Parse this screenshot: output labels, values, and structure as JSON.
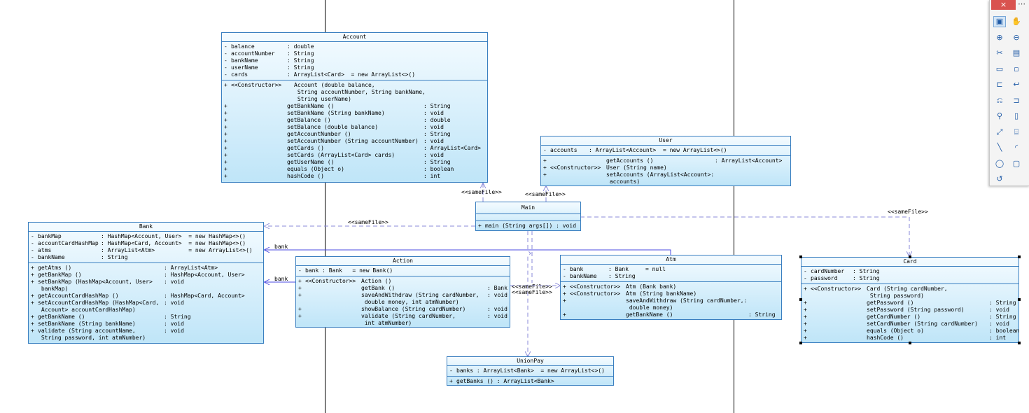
{
  "classes": {
    "account": {
      "name": "Account",
      "attributes": [
        [
          "-",
          "balance      ",
          ": double"
        ],
        [
          "-",
          "accountNumber",
          ": String"
        ],
        [
          "-",
          "bankName     ",
          ": String"
        ],
        [
          "-",
          "userName     ",
          ": String"
        ],
        [
          "-",
          "cards        ",
          ": ArrayList<Card>  = new ArrayList<>()"
        ]
      ],
      "constructor": [
        "+",
        "<<Constructor>>",
        "Account (double balance,\n String accountNumber, String bankName,\n String userName)",
        ""
      ],
      "methods": [
        [
          "+",
          "",
          "getBankName ()",
          ": String"
        ],
        [
          "+",
          "",
          "setBankName (String bankName)",
          ": void"
        ],
        [
          "+",
          "",
          "getBalance ()",
          ": double"
        ],
        [
          "+",
          "",
          "setBalance (double balance)",
          ": void"
        ],
        [
          "+",
          "",
          "getAccountNumber ()",
          ": String"
        ],
        [
          "+",
          "",
          "setAccountNumber (String accountNumber)",
          ": void"
        ],
        [
          "+",
          "",
          "getCards ()",
          ": ArrayList<Card>"
        ],
        [
          "+",
          "",
          "setCards (ArrayList<Card> cards)",
          ": void"
        ],
        [
          "+",
          "",
          "getUserName ()",
          ": String"
        ],
        [
          "+",
          "",
          "equals (Object o)",
          ": boolean"
        ],
        [
          "+",
          "",
          "hashCode ()",
          ": int"
        ]
      ]
    },
    "user": {
      "name": "User",
      "attributes": [
        [
          "-",
          "accounts",
          ": ArrayList<Account>  = new ArrayList<>()"
        ]
      ],
      "methods": [
        [
          "+",
          "",
          "getAccounts ()",
          ": ArrayList<Account>"
        ],
        [
          "+",
          "<<Constructor>>",
          "User (String name)",
          ""
        ],
        [
          "+",
          "",
          "setAccounts (ArrayList<Account>: void\n accounts)",
          ""
        ]
      ]
    },
    "main": {
      "name": "Main",
      "methods": [
        [
          "+",
          "main (String args[]) : void"
        ]
      ]
    },
    "bank": {
      "name": "Bank",
      "attributes": [
        [
          "-",
          "bankMap          ",
          ": HashMap<Account, User>  = new HashMap<>()"
        ],
        [
          "-",
          "accountCardHashMap",
          ": HashMap<Card, Account>  = new HashMap<>()"
        ],
        [
          "-",
          "atms             ",
          ": ArrayList<Atm>          = new ArrayList<>()"
        ],
        [
          "-",
          "bankName         ",
          ": String"
        ]
      ],
      "methods": [
        [
          "+",
          "getAtms ()",
          ": ArrayList<Atm>"
        ],
        [
          "+",
          "getBankMap ()",
          ": HashMap<Account, User>"
        ],
        [
          "+",
          "setBankMap (HashMap<Account, User>\n bankMap)",
          ": void"
        ],
        [
          "+",
          "getAccountCardHashMap ()",
          ": HashMap<Card, Account>"
        ],
        [
          "+",
          "setAccountCardHashMap (HashMap<Card,\n Account> accountCardHashMap)",
          ": void"
        ],
        [
          "+",
          "getBankName ()",
          ": String"
        ],
        [
          "+",
          "setBankName (String bankName)",
          ": void"
        ],
        [
          "+",
          "validate (String accountName,\n String password, int atmNumber)",
          ": void"
        ]
      ]
    },
    "action": {
      "name": "Action",
      "attributes": [
        [
          "-",
          "bank : Bank   = new Bank()"
        ]
      ],
      "methods": [
        [
          "+",
          "<<Constructor>>",
          "Action ()",
          ""
        ],
        [
          "+",
          "",
          "getBank ()",
          ": Bank"
        ],
        [
          "+",
          "",
          "saveAndWithdraw (String cardNumber,\n double money, int atmNumber)",
          ": void"
        ],
        [
          "+",
          "",
          "showBalance (String cardNumber)",
          ": void"
        ],
        [
          "+",
          "",
          "validate (String cardNumber,\n int atmNumber)",
          ": void"
        ]
      ]
    },
    "atm": {
      "name": "Atm",
      "attributes": [
        [
          "-",
          "bank    ",
          ": Bank     = null"
        ],
        [
          "-",
          "bankName",
          ": String"
        ]
      ],
      "methods": [
        [
          "+",
          "<<Constructor>>",
          "Atm (Bank bank)",
          ""
        ],
        [
          "+",
          "<<Constructor>>",
          "Atm (String bankName)",
          ""
        ],
        [
          "+",
          "",
          "saveAndWithdraw (String cardNumber,: void\n double money)",
          ""
        ],
        [
          "+",
          "",
          "getBankName ()",
          ": String"
        ]
      ]
    },
    "card": {
      "name": "Card",
      "attributes": [
        [
          "-",
          "cardNumber",
          ": String"
        ],
        [
          "-",
          "password  ",
          ": String"
        ]
      ],
      "constructor": [
        "+",
        "<<Constructor>>",
        "Card (String cardNumber,\n String password)",
        ""
      ],
      "methods": [
        [
          "+",
          "",
          "getPassword ()",
          ": String"
        ],
        [
          "+",
          "",
          "setPassword (String password)",
          ": void"
        ],
        [
          "+",
          "",
          "getCardNumber ()",
          ": String"
        ],
        [
          "+",
          "",
          "setCardNumber (String cardNumber)",
          ": void"
        ],
        [
          "+",
          "",
          "equals (Object o)",
          ": boolean"
        ],
        [
          "+",
          "",
          "hashCode ()",
          ": int"
        ]
      ]
    },
    "unionpay": {
      "name": "UnionPay",
      "attributes": [
        [
          "-",
          "banks : ArrayList<Bank>  = new ArrayList<>()"
        ]
      ],
      "methods": [
        [
          "+",
          "getBanks () : ArrayList<Bank>"
        ]
      ]
    }
  },
  "relations": {
    "main_account": "<<sameFile>>",
    "main_user": "<<sameFile>>",
    "main_bank": "<<sameFile>>",
    "main_card": "<<sameFile>>",
    "action_bank": "bank",
    "atm_bank": "bank",
    "action_atm_1": "<<sameFile>>",
    "action_atm_2": "<<sameFile>>"
  },
  "toolbox": {
    "close": "×",
    "more": "⋯",
    "tools": [
      "class-tool-icon",
      "hand-icon",
      "zoom-in-icon",
      "zoom-out-icon",
      "cut-icon",
      "package-icon",
      "note-icon",
      "small-box-icon",
      "tree-icon",
      "arrow-icon",
      "link-icon",
      "tree2-icon",
      "pin-icon",
      "document-icon",
      "connector-icon",
      "cylinder-icon",
      "line-icon",
      "curve-icon",
      "ellipse-icon",
      "rounded-rect-icon",
      "freeform-icon"
    ]
  },
  "colors": {
    "class_border": "#3a7fc0",
    "class_fill_top": "#f4fbff",
    "class_fill_bottom": "#bfe5f8",
    "dashed_line": "#8a8ad8",
    "solid_line": "#4a4ae0"
  }
}
